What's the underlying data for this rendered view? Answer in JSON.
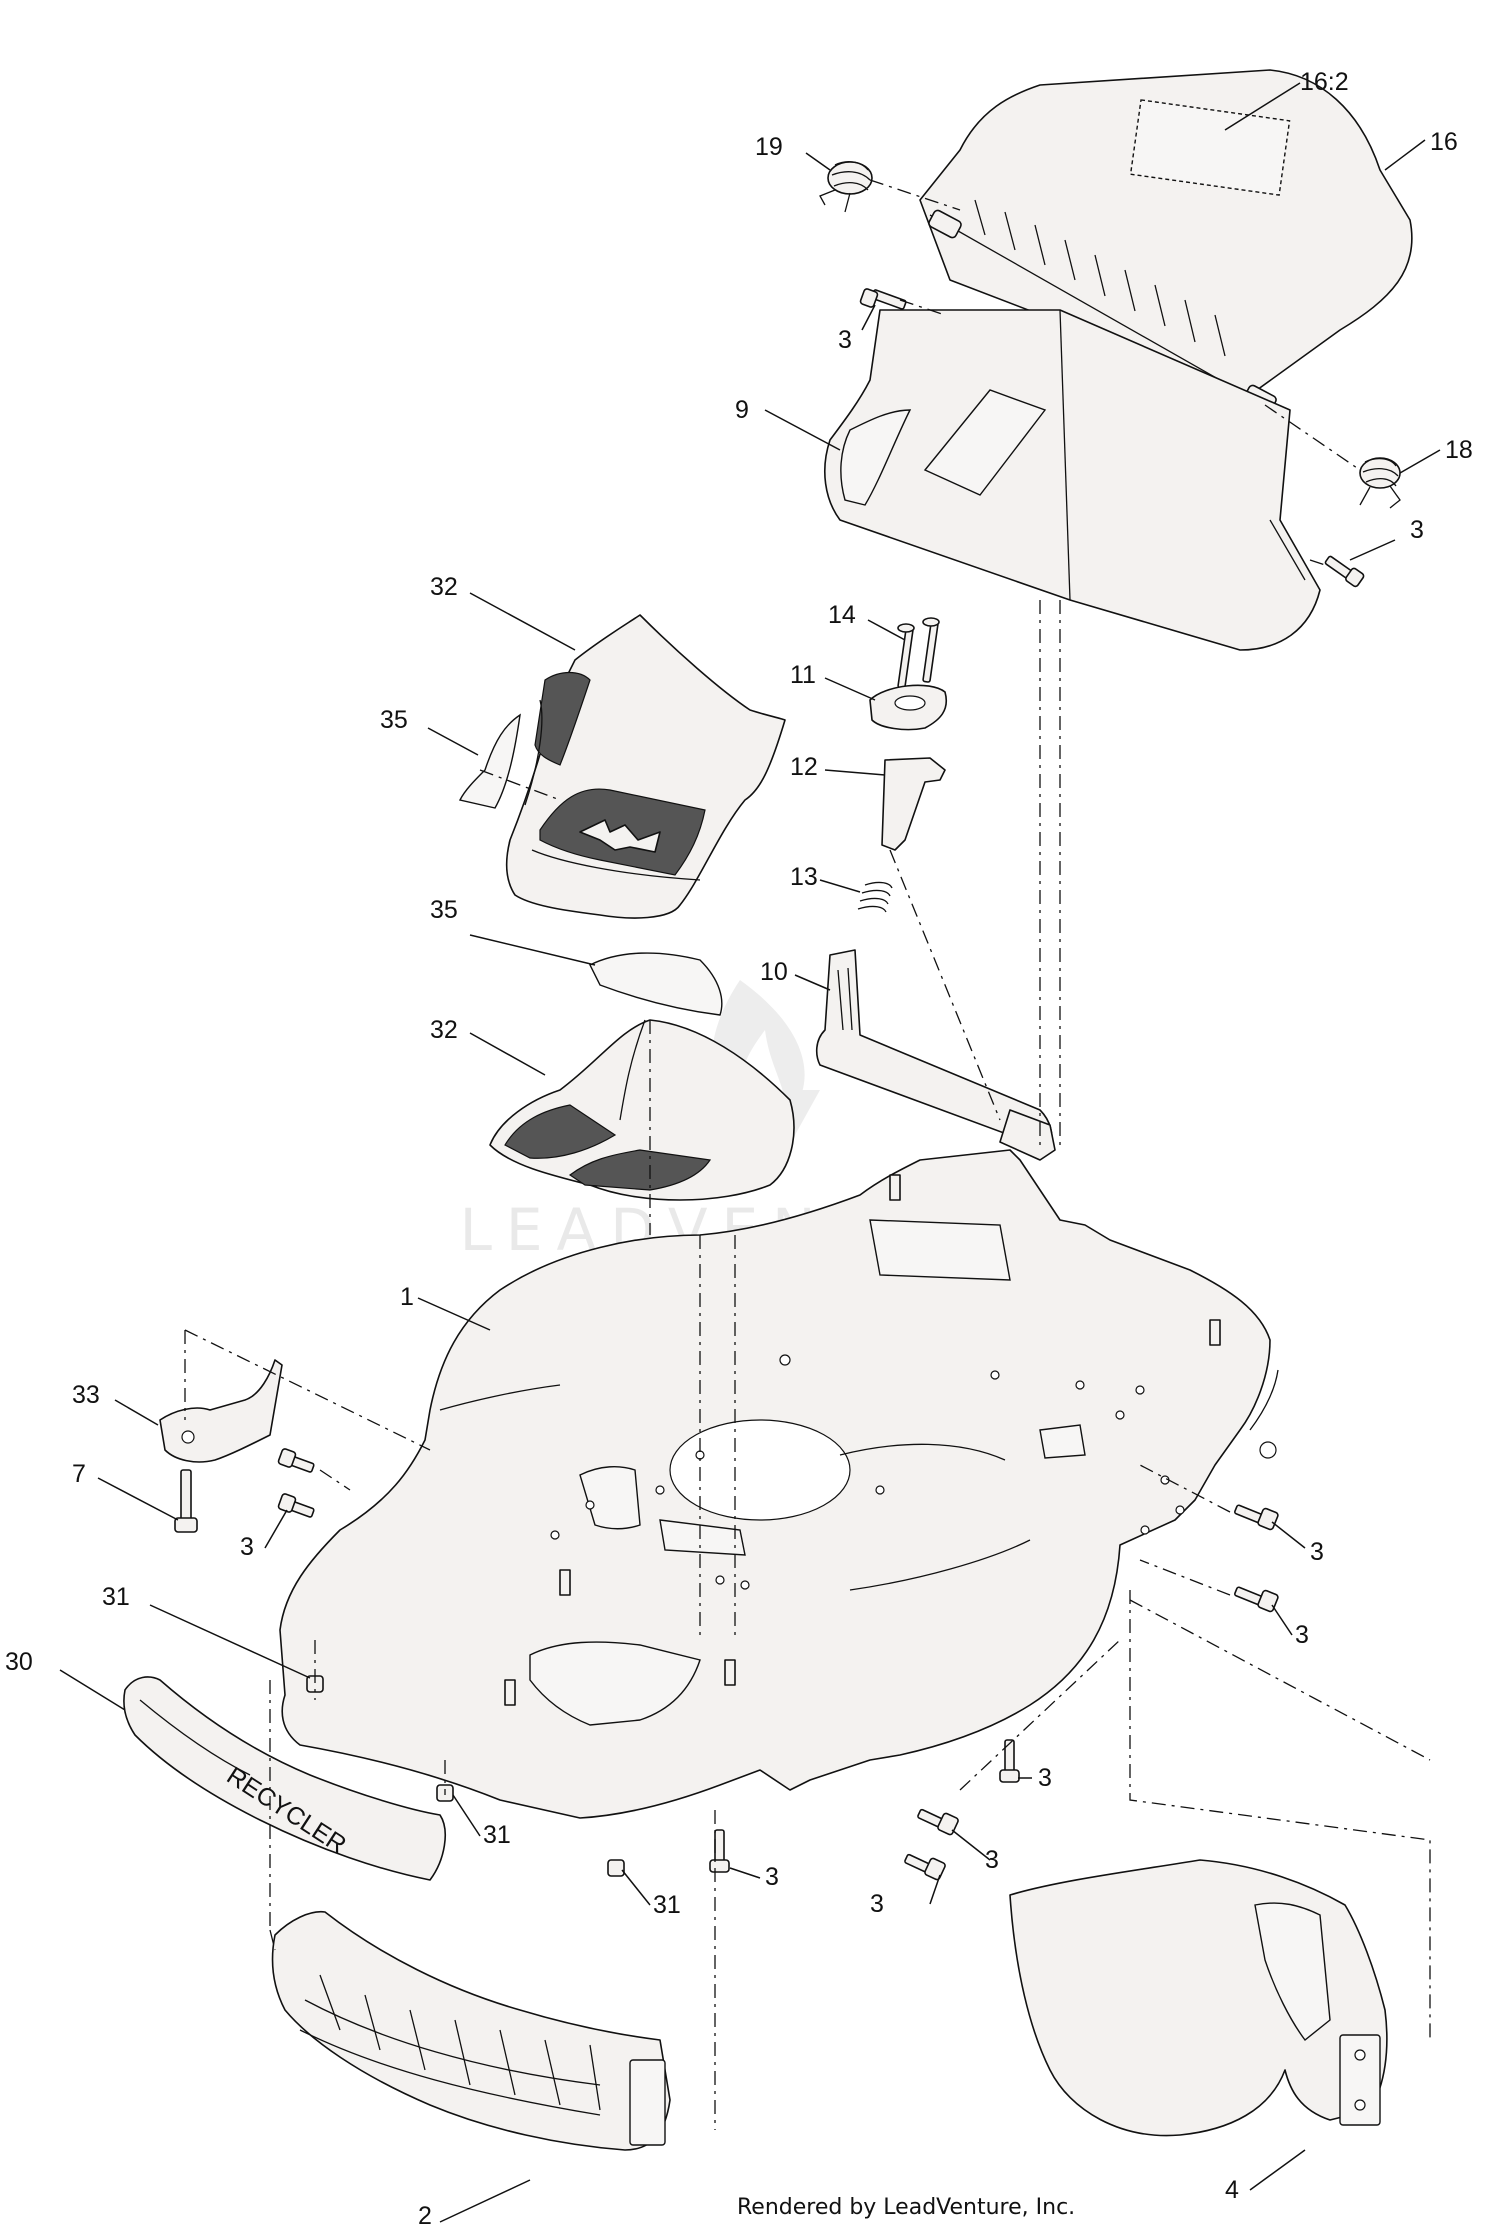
{
  "watermark": {
    "text": "LEADVENTURE"
  },
  "footer": {
    "credit": "Rendered by LeadVenture, Inc."
  },
  "callouts": [
    {
      "label": "16:2"
    },
    {
      "label": "16"
    },
    {
      "label": "19"
    },
    {
      "label": "3"
    },
    {
      "label": "9"
    },
    {
      "label": "18"
    },
    {
      "label": "3"
    },
    {
      "label": "32"
    },
    {
      "label": "14"
    },
    {
      "label": "11"
    },
    {
      "label": "35"
    },
    {
      "label": "12"
    },
    {
      "label": "13"
    },
    {
      "label": "35"
    },
    {
      "label": "10"
    },
    {
      "label": "32"
    },
    {
      "label": "1"
    },
    {
      "label": "33"
    },
    {
      "label": "7"
    },
    {
      "label": "3"
    },
    {
      "label": "3"
    },
    {
      "label": "3"
    },
    {
      "label": "31"
    },
    {
      "label": "30"
    },
    {
      "label": "3"
    },
    {
      "label": "31"
    },
    {
      "label": "3"
    },
    {
      "label": "3"
    },
    {
      "label": "31"
    },
    {
      "label": "3"
    },
    {
      "label": "2"
    },
    {
      "label": "4"
    }
  ],
  "deck_lettering": "RECYCLER"
}
